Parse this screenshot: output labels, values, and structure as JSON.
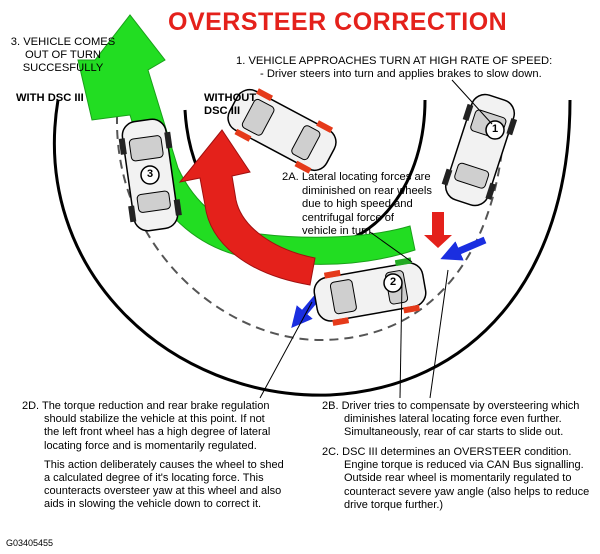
{
  "title": "OVERSTEER CORRECTION",
  "step3": {
    "line1": "3. VEHICLE COMES",
    "line2": "OUT OF TURN",
    "line3": "SUCCESFULLY"
  },
  "with_dsc": "WITH DSC III",
  "without_dsc": {
    "line1": "WITHOUT",
    "line2": "DSC III"
  },
  "step1": {
    "line1": "1. VEHICLE APPROACHES TURN AT HIGH RATE OF SPEED:",
    "line2": "- Driver steers into turn and applies brakes to slow down."
  },
  "step2a": {
    "line1": "2A. Lateral locating forces are",
    "line2": "diminished on rear wheels",
    "line3": "due to high speed and",
    "line4": "centrifugal force of",
    "line5": "vehicle in turn."
  },
  "step2d": {
    "line1": "2D. The torque reduction and rear brake regulation",
    "line2": "should stabilize the vehicle at this point. If not",
    "line3": "the left front wheel has a high degree of lateral",
    "line4": "locating force and is momentarily regulated.",
    "line5": "This action deliberately causes the wheel to shed",
    "line6": "a calculated degree of it's locating force. This",
    "line7": "counteracts oversteer yaw at this wheel and also",
    "line8": "aids in slowing the vehicle down to correct it."
  },
  "step2b": {
    "line1": "2B. Driver tries to compensate by oversteering which",
    "line2": "diminishes lateral locating force even further.",
    "line3": "Simultaneously, rear of car starts to slide out."
  },
  "step2c": {
    "line1": "2C. DSC III determines an OVERSTEER condition.",
    "line2": "Engine torque is reduced via CAN Bus signalling.",
    "line3": "Outside rear wheel is momentarily regulated to",
    "line4": "counteract severe yaw angle (also helps to reduce",
    "line5": "drive torque further.)"
  },
  "car_numbers": {
    "car1": "1",
    "car2": "2",
    "car3": "3"
  },
  "figure_id": "G03405455",
  "colors": {
    "red": "#e4211b",
    "green": "#22dd22",
    "blue": "#1a2ee0",
    "brake": "#e53a1a"
  }
}
